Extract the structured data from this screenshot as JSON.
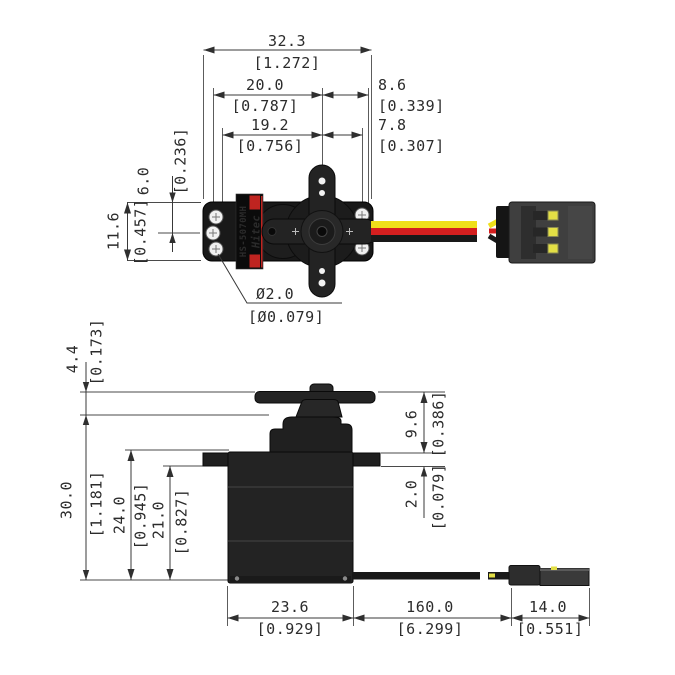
{
  "label": {
    "brand": "Hitec",
    "model": "HS-5070MH"
  },
  "top_view": {
    "overall_width": {
      "mm": "32.3",
      "in": "[1.272]"
    },
    "left_to_axis": {
      "mm": "20.0",
      "in": "[0.787]"
    },
    "axis_to_right": {
      "mm": "8.6",
      "in": "[0.339]"
    },
    "mount_left_to_axis": {
      "mm": "19.2",
      "in": "[0.756]"
    },
    "axis_to_mount_right": {
      "mm": "7.8",
      "in": "[0.307]"
    },
    "edge_to_axis": {
      "mm": "6.0",
      "in": "[0.236]"
    },
    "case_width": {
      "mm": "11.6",
      "in": "[0.457]"
    },
    "mount_hole_dia": {
      "mm": "Ø2.0",
      "in": "[Ø0.079]"
    }
  },
  "side_view": {
    "horn_offset": {
      "mm": "4.4",
      "in": "[0.173]"
    },
    "overall_height": {
      "mm": "30.0",
      "in": "[1.181]"
    },
    "case_top_height": {
      "mm": "24.0",
      "in": "[0.945]"
    },
    "flange_height": {
      "mm": "21.0",
      "in": "[0.827]"
    },
    "upper_height": {
      "mm": "9.6",
      "in": "[0.386]"
    },
    "flange_thickness": {
      "mm": "2.0",
      "in": "[0.079]"
    },
    "case_length": {
      "mm": "23.6",
      "in": "[0.929]"
    },
    "cable_length": {
      "mm": "160.0",
      "in": "[6.299]"
    },
    "connector_length": {
      "mm": "14.0",
      "in": "[0.551]"
    }
  },
  "colors": {
    "wire_yellow": "#efdf1a",
    "wire_red": "#d41f1f",
    "wire_black": "#191919",
    "label_red": "#bf2420",
    "label_yellow": "#f2c21c",
    "label_text": "#ece6d4",
    "pin_yellow": "#e3df45"
  }
}
